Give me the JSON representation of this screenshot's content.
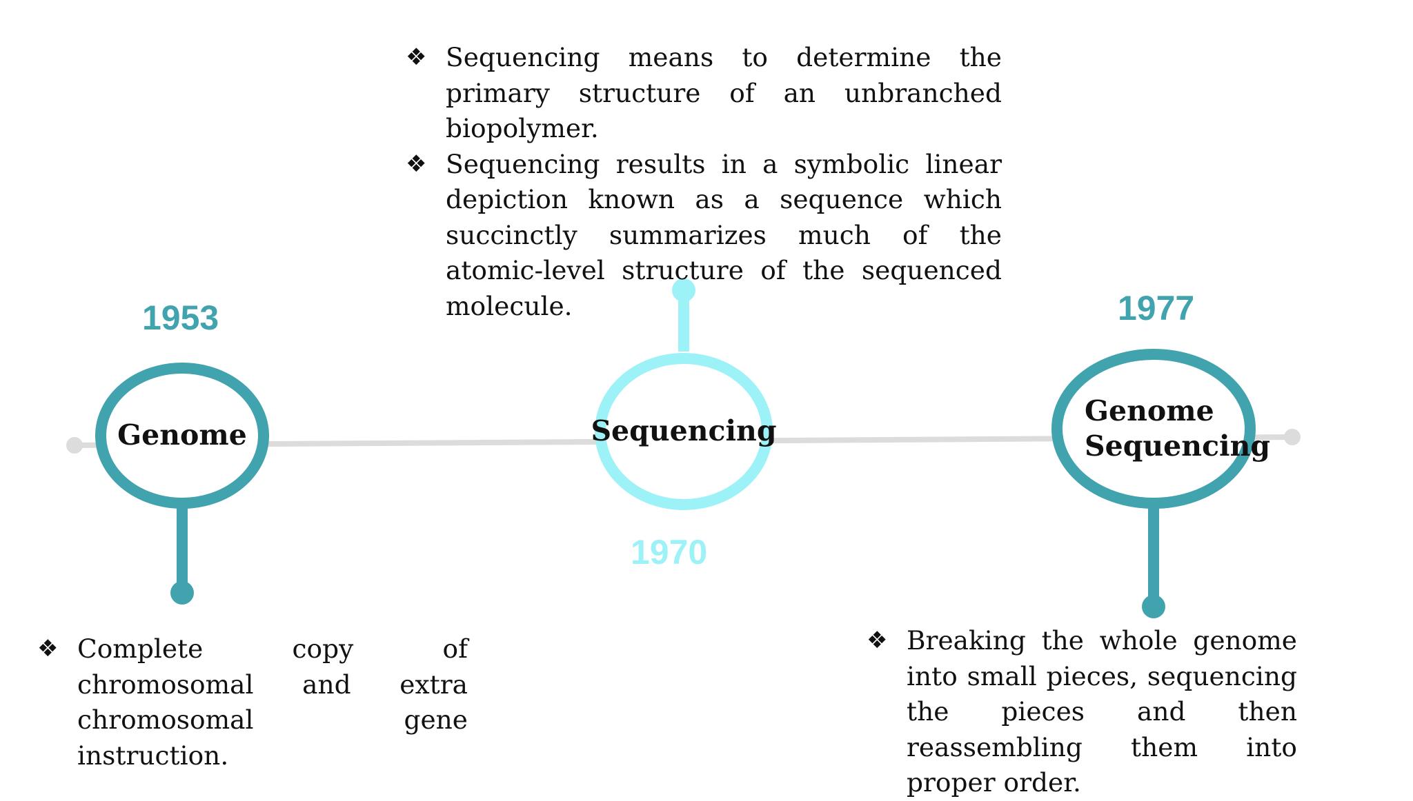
{
  "timeline": {
    "nodes": [
      {
        "label_lines": [
          "Genome"
        ],
        "year": "1953",
        "color": "#41a3ad",
        "bullets": [
          "Complete copy of chromosomal and extra chromosomal gene instruction."
        ]
      },
      {
        "label_lines": [
          "Sequencing"
        ],
        "year": "1970",
        "color": "#9df2f8",
        "bullets": [
          "Sequencing means to determine the primary structure of an unbranched biopolymer.",
          "Sequencing results in a symbolic linear depiction known as a sequence which succinctly summarizes much of the atomic-level structure of the sequenced molecule."
        ]
      },
      {
        "label_lines": [
          "Genome",
          "Sequencing"
        ],
        "year": "1977",
        "color": "#41a3ad",
        "bullets": [
          "Breaking the whole genome into small pieces, sequencing the pieces and then reassembling them into proper order."
        ]
      }
    ],
    "axis_color": "#dcdcdc",
    "bullet_icon": "four-diamond-bullet-icon",
    "bullet_glyph": "❖"
  }
}
